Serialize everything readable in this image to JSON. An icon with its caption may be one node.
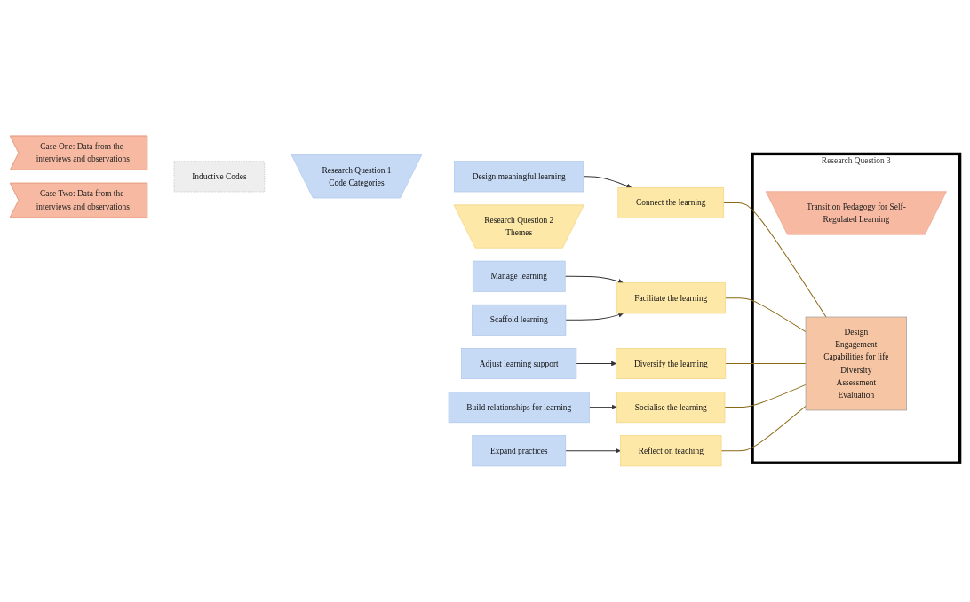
{
  "diagram": {
    "nodes": [
      {
        "text": [
          "Case One: Data from the interviews and observations"
        ]
      },
      {
        "text": [
          "Case Two: Data from the interviews and observations"
        ]
      },
      {
        "text": [
          "Inductive Codes"
        ]
      },
      {
        "text": [
          "Research Question 1",
          "Code Categories"
        ]
      },
      {
        "text": [
          "Design meaningful learning"
        ]
      },
      {
        "text": [
          "Manage learning"
        ]
      },
      {
        "text": [
          "Scaffold learning"
        ]
      },
      {
        "text": [
          "Adjust learning support"
        ]
      },
      {
        "text": [
          "Build relationships for learning"
        ]
      },
      {
        "text": [
          "Expand practices"
        ]
      },
      {
        "text": [
          "Research Question 2",
          "Themes"
        ]
      },
      {
        "text": [
          "Connect the learning"
        ]
      },
      {
        "text": [
          "Facilitate the learning"
        ]
      },
      {
        "text": [
          "Diversify the learning"
        ]
      },
      {
        "text": [
          "Socialise the learning"
        ]
      },
      {
        "text": [
          "Reflect on teaching"
        ]
      },
      {
        "text": [
          "Research Question 3"
        ]
      },
      {
        "text": [
          "Transition Pedagogy for Self-Regulated Learning"
        ],
        "in": 16
      },
      {
        "text": [
          "Design",
          "Engagement",
          "Capabilities for life",
          "Diversity",
          "Assessment",
          "Evaluation"
        ],
        "in": 16
      }
    ],
    "edges": [
      {
        "from": 4,
        "to": 11,
        "arrow": "to"
      },
      {
        "from": 5,
        "to": 12,
        "arrow": "to"
      },
      {
        "from": 6,
        "to": 12,
        "arrow": "to"
      },
      {
        "from": 7,
        "to": 13,
        "arrow": "to"
      },
      {
        "from": 8,
        "to": 14,
        "arrow": "to"
      },
      {
        "from": 9,
        "to": 15,
        "arrow": "to"
      },
      {
        "from": 11,
        "to": 18,
        "arrow": "none",
        "color": "#8b6914"
      },
      {
        "from": 12,
        "to": 18,
        "arrow": "none",
        "color": "#8b6914"
      },
      {
        "from": 13,
        "to": 18,
        "arrow": "none",
        "color": "#8b6914"
      },
      {
        "from": 14,
        "to": 18,
        "arrow": "none",
        "color": "#8b6914"
      },
      {
        "from": 15,
        "to": 18,
        "arrow": "none",
        "color": "#8b6914"
      }
    ]
  }
}
